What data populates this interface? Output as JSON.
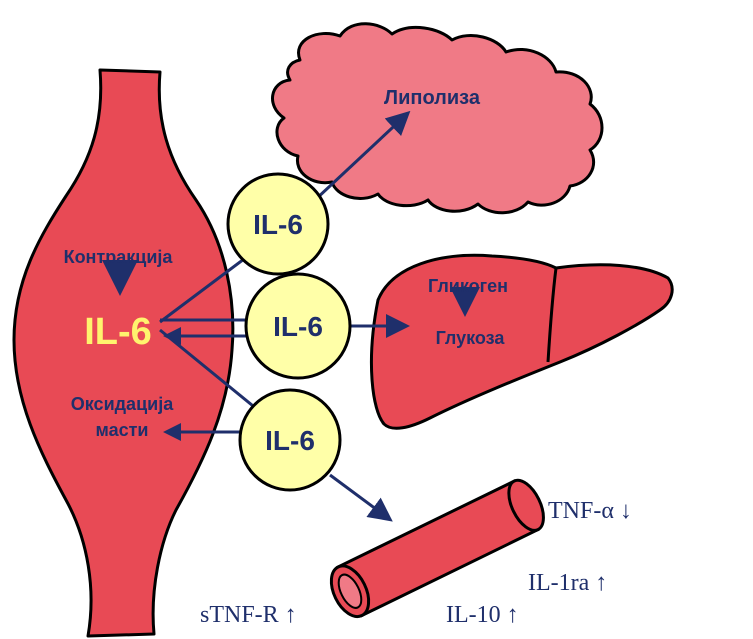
{
  "colors": {
    "organ_red": "#E84A55",
    "adipose_pink": "#F07A86",
    "outline": "#000000",
    "il6_circle_fill": "#FFFFA8",
    "arrow_navy": "#1F2F6B",
    "il6_muscle_text": "#FFF36E"
  },
  "muscle": {
    "il6_label": "IL-6",
    "contraction_label": "Контракција",
    "fat_oxidation_line1": "Оксидација",
    "fat_oxidation_line2": "масти"
  },
  "circles": {
    "top": "IL-6",
    "middle": "IL-6",
    "bottom": "IL-6"
  },
  "adipose": {
    "label": "Липолиза"
  },
  "liver": {
    "glycogen_label": "Гликоген",
    "glucose_label": "Глукоза"
  },
  "vessel": {
    "tnf_alpha": "TNF-α ↓",
    "il1ra": "IL-1ra ↑",
    "il10": "IL-10 ↑",
    "stnfr": "sTNF-R ↑"
  }
}
